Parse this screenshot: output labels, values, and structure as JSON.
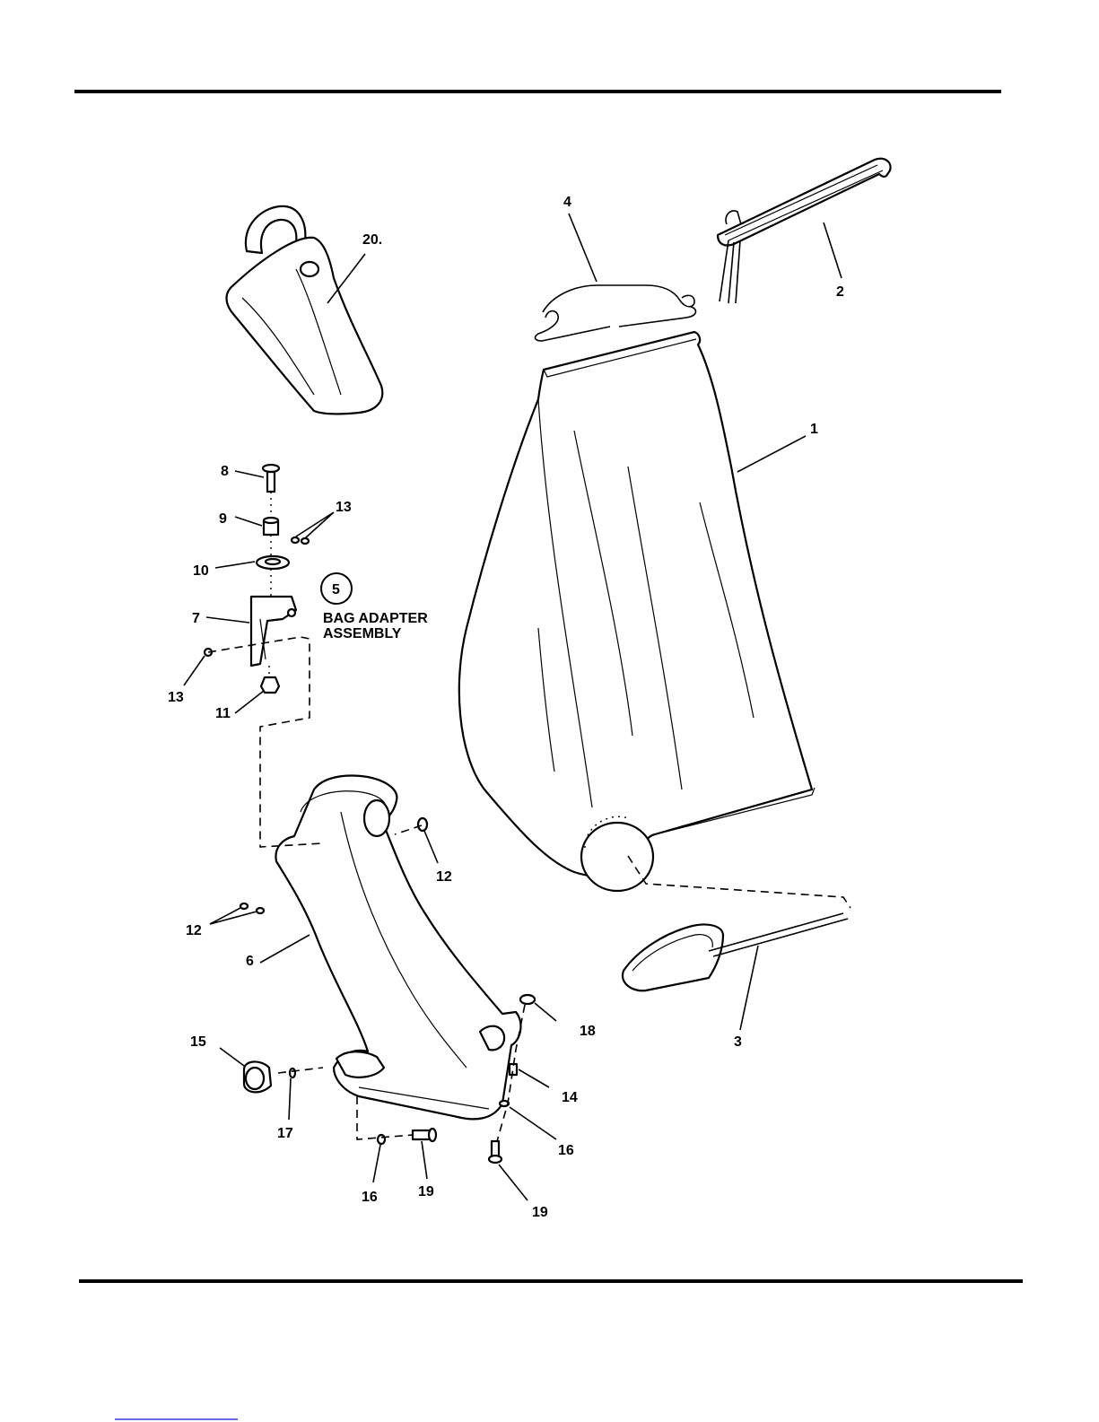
{
  "callouts": {
    "c1": "1",
    "c2": "2",
    "c3": "3",
    "c4": "4",
    "c5": "5",
    "c6": "6",
    "c7": "7",
    "c8": "8",
    "c9": "9",
    "c10": "10",
    "c11": "11",
    "c12a": "12",
    "c12b": "12",
    "c13a": "13",
    "c13b": "13",
    "c14": "14",
    "c15": "15",
    "c16a": "16",
    "c16b": "16",
    "c17": "17",
    "c18": "18",
    "c19a": "19",
    "c19b": "19",
    "c20": "20."
  },
  "assembly_label": {
    "line1": "BAG ADAPTER",
    "line2": "ASSEMBLY"
  }
}
